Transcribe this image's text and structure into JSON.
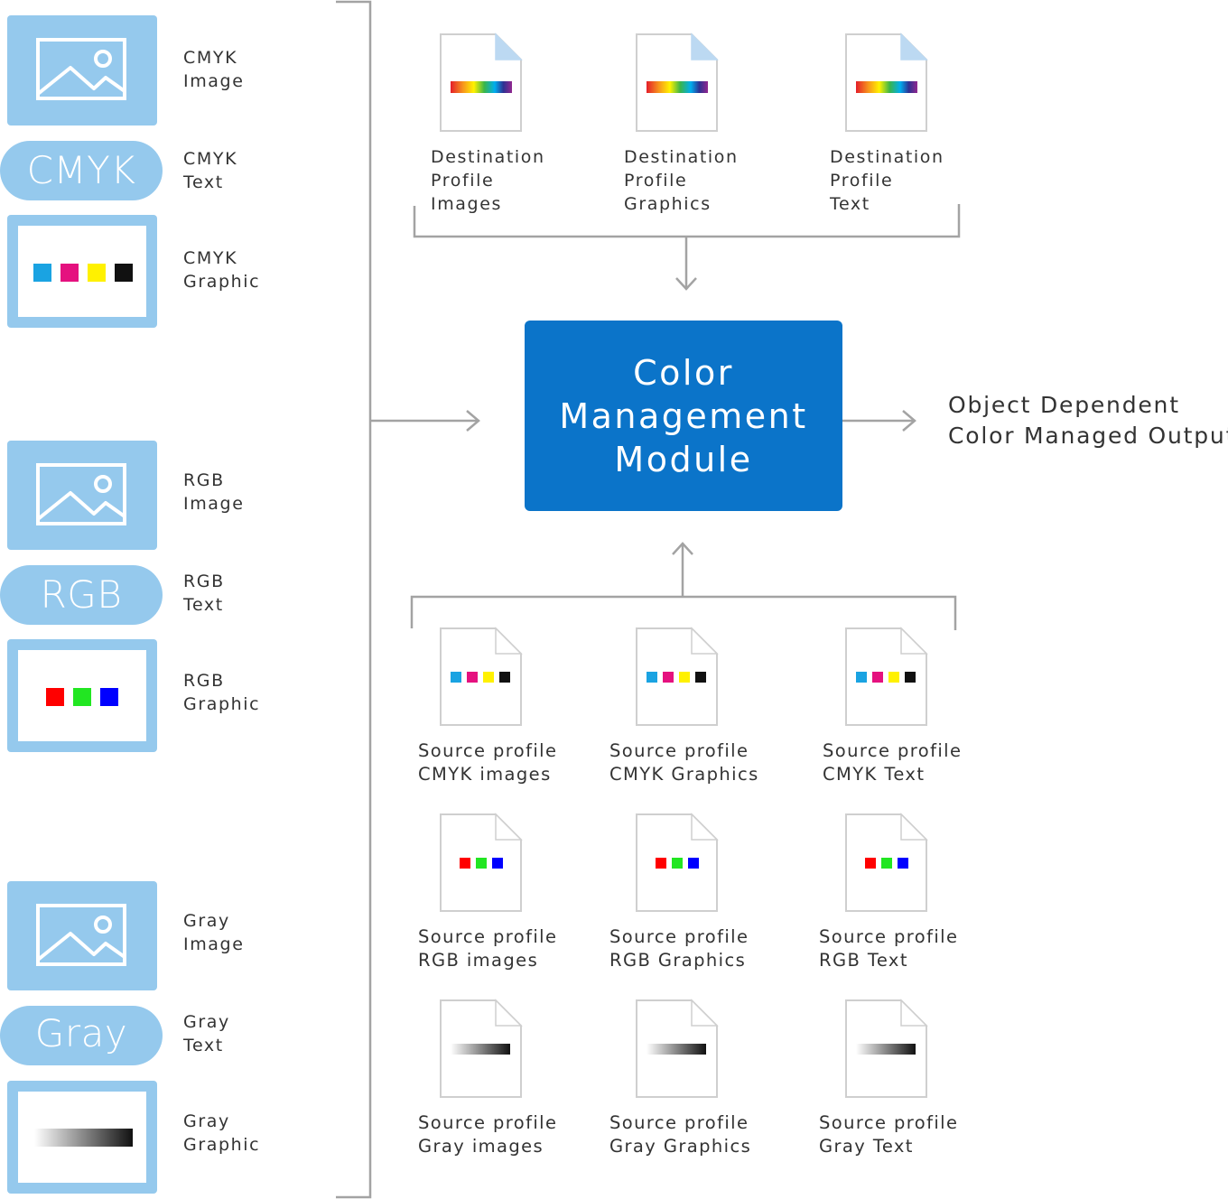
{
  "colors": {
    "tile": "#95c9ed",
    "module": "#0b74c9",
    "line": "#a3a3a3",
    "text": "#333333",
    "doc_fold": "#bcd9f2",
    "cyan": "#1aa3e2",
    "magenta": "#e5117f",
    "yellow": "#fff100",
    "black": "#111111",
    "red": "#ff0000",
    "green": "#22e622",
    "blue": "#0000ff"
  },
  "inputs": {
    "cmyk": {
      "image_label": [
        "CMYK",
        "Image"
      ],
      "text_pill": "CMYK",
      "text_label": [
        "CMYK",
        "Text"
      ],
      "graphic_label": [
        "CMYK",
        "Graphic"
      ]
    },
    "rgb": {
      "image_label": [
        "RGB",
        "Image"
      ],
      "text_pill": "RGB",
      "text_label": [
        "RGB",
        "Text"
      ],
      "graphic_label": [
        "RGB",
        "Graphic"
      ]
    },
    "gray": {
      "image_label": [
        "Gray",
        "Image"
      ],
      "text_pill": "Gray",
      "text_label": [
        "Gray",
        "Text"
      ],
      "graphic_label": [
        "Gray",
        "Graphic"
      ]
    }
  },
  "module": {
    "lines": [
      "Color",
      "Management",
      "Module"
    ]
  },
  "output": {
    "lines": [
      "Object Dependent",
      "Color Managed Output"
    ]
  },
  "destination_profiles": [
    [
      "Destination",
      "Profile",
      "Images"
    ],
    [
      "Destination",
      "Profile",
      "Graphics"
    ],
    [
      "Destination",
      "Profile",
      "Text"
    ]
  ],
  "source_profiles": {
    "cmyk": [
      [
        "Source profile",
        "CMYK images"
      ],
      [
        "Source profile",
        "CMYK Graphics"
      ],
      [
        "Source profile",
        "CMYK Text"
      ]
    ],
    "rgb": [
      [
        "Source profile",
        "RGB images"
      ],
      [
        "Source profile",
        "RGB Graphics"
      ],
      [
        "Source profile",
        "RGB Text"
      ]
    ],
    "gray": [
      [
        "Source profile",
        "Gray images"
      ],
      [
        "Source profile",
        "Gray Graphics"
      ],
      [
        "Source profile",
        "Gray Text"
      ]
    ]
  }
}
